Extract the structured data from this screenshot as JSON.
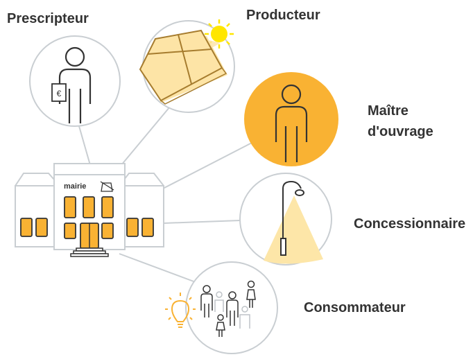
{
  "actors": {
    "prescripteur": "Prescripteur",
    "producteur": "Producteur",
    "maitre_line1": "Maître",
    "maitre_line2": "d'ouvrage",
    "concessionnaire": "Concessionnaire",
    "consommateur": "Consommateur"
  },
  "building": {
    "sign": "mairie"
  },
  "document_symbol": "€",
  "colors": {
    "accent": "#f9b233",
    "window_fill": "#f9b233",
    "light_cone": "#fde6a8",
    "panel_fill": "#fde4a6",
    "outline": "#333333",
    "connector": "#c9ced2",
    "sun": "#ffe600"
  }
}
